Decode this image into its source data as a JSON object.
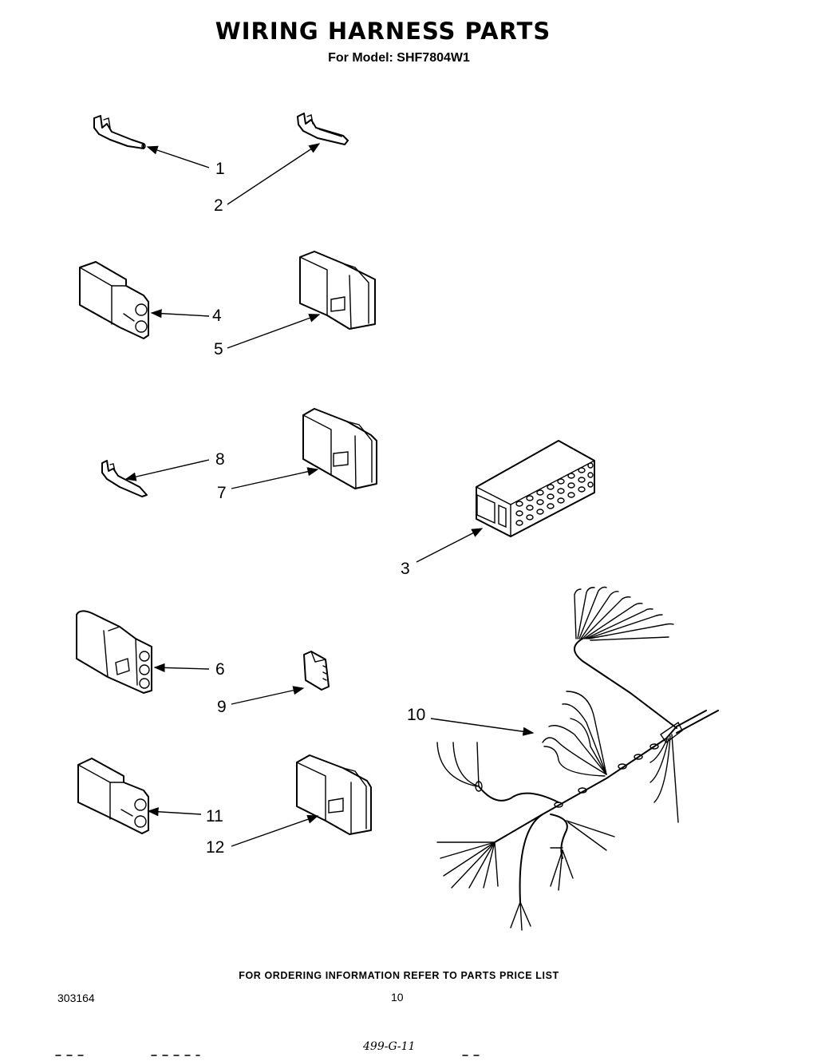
{
  "header": {
    "title": "WIRING HARNESS PARTS",
    "subtitle": "For Model: SHF7804W1"
  },
  "diagram": {
    "callouts": [
      "1",
      "2",
      "4",
      "5",
      "8",
      "7",
      "3",
      "6",
      "9",
      "10",
      "11",
      "12"
    ]
  },
  "footer": {
    "note": "FOR ORDERING INFORMATION REFER TO PARTS PRICE LIST",
    "doc_number": "303164",
    "page_number": "10",
    "handwritten": "499-G-11"
  }
}
